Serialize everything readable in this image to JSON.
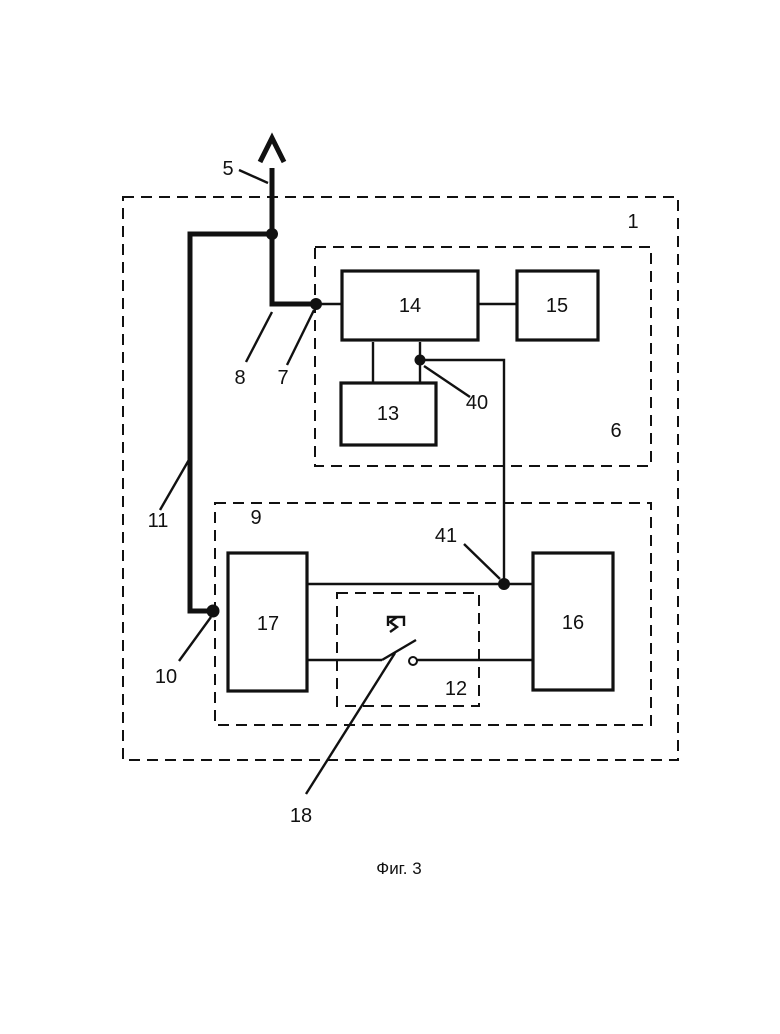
{
  "labels": {
    "n1": "1",
    "n5": "5",
    "n6": "6",
    "n7": "7",
    "n8": "8",
    "n9": "9",
    "n10": "10",
    "n11": "11",
    "n12": "12",
    "n13": "13",
    "n14": "14",
    "n15": "15",
    "n16": "16",
    "n17": "17",
    "n18": "18",
    "n40": "40",
    "n41": "41"
  },
  "caption": "Фиг. 3"
}
